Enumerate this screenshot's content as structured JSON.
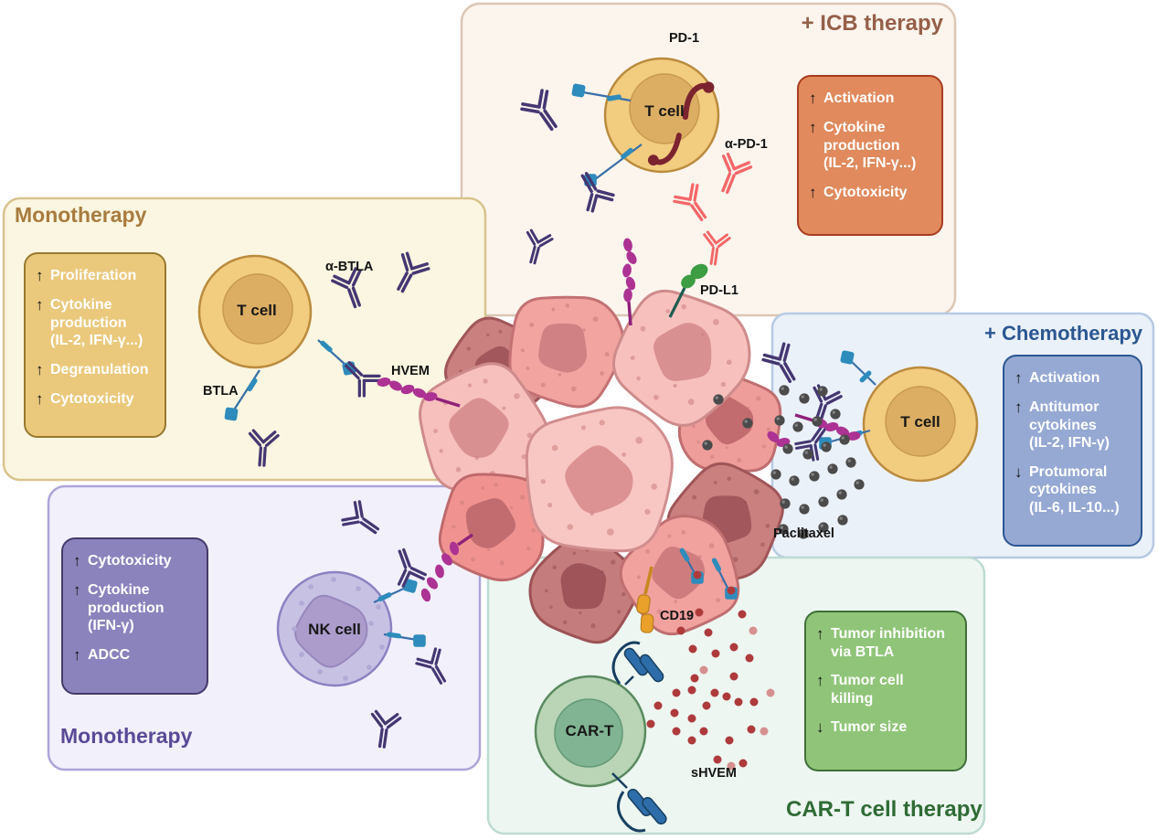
{
  "figure": "BTLA-HVEM axis immunotherapy overview",
  "palette": {
    "panel_mono_t_bg": "#FAF6E1",
    "panel_mono_t_border": "#D8C38D",
    "panel_mono_t_title": "#A87C3E",
    "panel_icb_bg": "#FBF5EE",
    "panel_icb_border": "#DCC6B4",
    "panel_icb_title": "#96604A",
    "panel_chemo_bg": "#EBF1F8",
    "panel_chemo_border": "#B7CAE3",
    "panel_chemo_title": "#2B5791",
    "panel_mono_nk_bg": "#F2F0FA",
    "panel_mono_nk_border": "#ACA5D9",
    "panel_mono_nk_title": "#5A4A97",
    "panel_cart_bg": "#EDF6F1",
    "panel_cart_border": "#BEDBD2",
    "panel_cart_title": "#2F6B35",
    "antibody_purple": "#453772",
    "antibody_red": "#F6676A",
    "btla_blue": "#2E8CBC",
    "hvem_magenta": "#AC3293",
    "pd1_maroon": "#7C2330",
    "pdl1_green": "#3C9D43",
    "cd19_orange": "#E9A12B",
    "car_blue": "#2D6DA9",
    "paclitaxel_gray": "#4B4B4B",
    "shvem_red": "#AE3A3C",
    "tumor_pink": "#F8C7C3",
    "tumor_dark": "#C9807E"
  },
  "panels": {
    "mono_t": {
      "title": "Monotherapy",
      "box": {
        "effects": [
          {
            "arrow": "↑",
            "text": "Proliferation"
          },
          {
            "arrow": "↑",
            "text": "Cytokine\nproduction\n(IL-2, IFN-γ...)"
          },
          {
            "arrow": "↑",
            "text": "Degranulation"
          },
          {
            "arrow": "↑",
            "text": "Cytotoxicity"
          }
        ]
      }
    },
    "icb": {
      "title": "+ ICB therapy",
      "box": {
        "effects": [
          {
            "arrow": "↑",
            "text": "Activation"
          },
          {
            "arrow": "↑",
            "text": "Cytokine\nproduction\n(IL-2, IFN-γ...)"
          },
          {
            "arrow": "↑",
            "text": "Cytotoxicity"
          }
        ]
      }
    },
    "chemo": {
      "title": "+ Chemotherapy",
      "box": {
        "effects": [
          {
            "arrow": "↑",
            "text": "Activation"
          },
          {
            "arrow": "↑",
            "text": "Antitumor\ncytokines\n(IL-2, IFN-γ)"
          },
          {
            "arrow": "↓",
            "text": "Protumoral\ncytokines\n(IL-6, IL-10...)"
          }
        ]
      }
    },
    "mono_nk": {
      "title": "Monotherapy",
      "box": {
        "effects": [
          {
            "arrow": "↑",
            "text": "Cytotoxicity"
          },
          {
            "arrow": "↑",
            "text": "Cytokine\nproduction\n(IFN-γ)"
          },
          {
            "arrow": "↑",
            "text": "ADCC"
          }
        ]
      }
    },
    "cart": {
      "title": "CAR-T cell therapy",
      "box": {
        "effects": [
          {
            "arrow": "↑",
            "text": "Tumor inhibition\nvia BTLA"
          },
          {
            "arrow": "↑",
            "text": "Tumor cell\nkilling"
          },
          {
            "arrow": "↓",
            "text": "Tumor size"
          }
        ]
      }
    }
  },
  "cells": {
    "icb_tcell": "T cell",
    "mono_tcell": "T cell",
    "chemo_tcell": "T cell",
    "nk_cell": "NK cell",
    "cart_cell": "CAR-T"
  },
  "labels": {
    "pd1": "PD-1",
    "a_pd1": "α-PD-1",
    "pdl1": "PD-L1",
    "hvem": "HVEM",
    "btla": "BTLA",
    "a_btla": "α-BTLA",
    "paclitaxel": "Paclitaxel",
    "cd19": "CD19",
    "shvem": "sHVEM"
  }
}
